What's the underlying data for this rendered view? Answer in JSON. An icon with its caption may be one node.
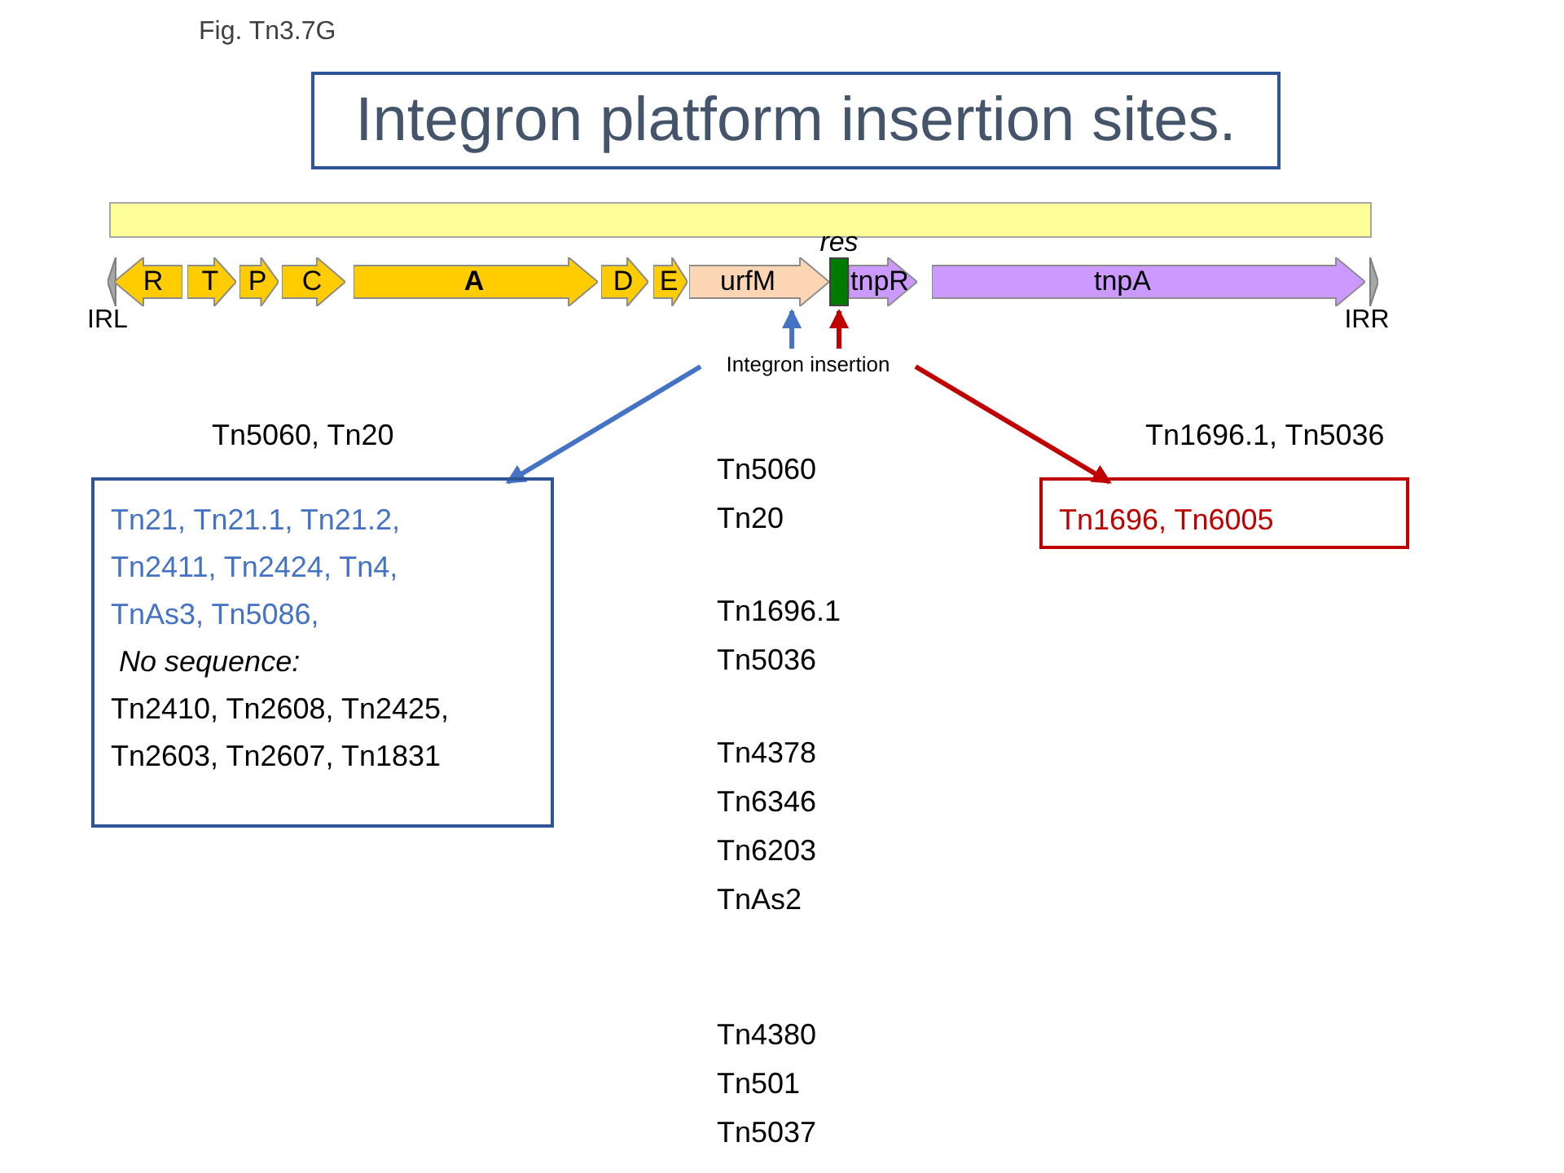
{
  "diagram": {
    "title": "Integron platform insertion sites.",
    "nodes": [
      {
        "text": [],
        "shape": "bar"
      },
      {
        "text": [
          "IRL"
        ]
      },
      {
        "text": [
          "R"
        ]
      },
      {
        "text": [
          "T"
        ]
      },
      {
        "text": [
          "P"
        ]
      },
      {
        "text": [
          "C"
        ]
      },
      {
        "text": [
          "A"
        ]
      },
      {
        "text": [
          "D"
        ]
      },
      {
        "text": [
          "E"
        ]
      },
      {
        "text": [
          "urfM"
        ]
      },
      {
        "text": [
          "res"
        ]
      },
      {
        "text": [
          "tnpR"
        ]
      },
      {
        "text": [
          "tnpA"
        ]
      },
      {
        "text": [
          "IRR"
        ]
      },
      {
        "text": [
          "Integron insertion"
        ]
      },
      {
        "text": [
          "Tn21, Tn21.1, Tn21.2, Tn2411, Tn2424, Tn4, TnAs3, Tn5086,",
          "No sequence:",
          "Tn2410, Tn2608, Tn2425, Tn2603, Tn2607, Tn1831"
        ],
        "beside": [
          "Tn5060, Tn20"
        ]
      },
      {
        "text": [
          "Tn1696, Tn6005"
        ],
        "beside": [
          "Tn1696.1, Tn5036"
        ]
      }
    ],
    "edges": [
      {
        "from": 14,
        "to": 9,
        "arrow": "to",
        "color": "#4472c4"
      },
      {
        "from": 14,
        "to": 10,
        "arrow": "to",
        "color": "#c00000"
      },
      {
        "from": 14,
        "to": 15,
        "arrow": "to",
        "color": "#4472c4"
      },
      {
        "from": 14,
        "to": 16,
        "arrow": "to",
        "color": "#c00000"
      }
    ],
    "labels": [
      "Fig. Tn3.7G",
      "Tn5060",
      "Tn20",
      "Tn1696.1",
      "Tn5036",
      "Tn4378",
      "Tn6346",
      "Tn6203",
      "TnAs2",
      "Tn4380",
      "Tn501",
      "Tn5037"
    ]
  }
}
